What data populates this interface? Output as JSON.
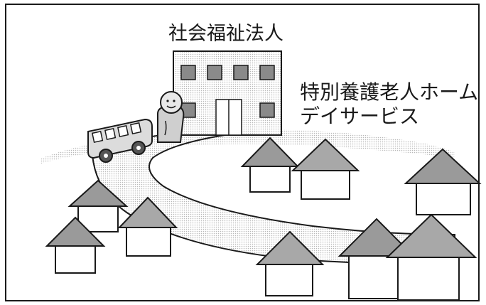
{
  "labels": {
    "corporation": "社会福祉法人",
    "service_line1": "特別養護老人ホーム",
    "service_line2": "デイサービス"
  },
  "colors": {
    "outline": "#1a1a1a",
    "building_fill": "#cfcfcf",
    "window_fill": "#8a8a8a",
    "roof_fill": "#9a9a9a",
    "road_fill": "#e6e6e6",
    "ground_fill": "#d9d9d9",
    "wall_fill": "#ffffff"
  },
  "icons": {
    "building": "facility-building-icon",
    "person": "caregiver-person-icon",
    "bus": "shuttle-bus-icon",
    "house": "house-icon"
  }
}
